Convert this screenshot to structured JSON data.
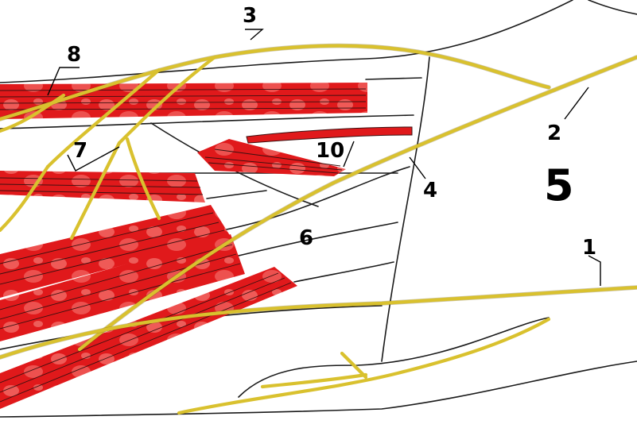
{
  "labels": {
    "l1": "1",
    "l2": "2",
    "l3": "3",
    "l4": "4",
    "l5": "5",
    "l6": "6",
    "l7": "7",
    "l8": "8",
    "l10": "10"
  },
  "colors": {
    "muscle": "#e0191b",
    "muscle_light": "#f36a66",
    "nerve": "#d9c12e",
    "outline": "#1a1a1a",
    "background": "#ffffff"
  }
}
